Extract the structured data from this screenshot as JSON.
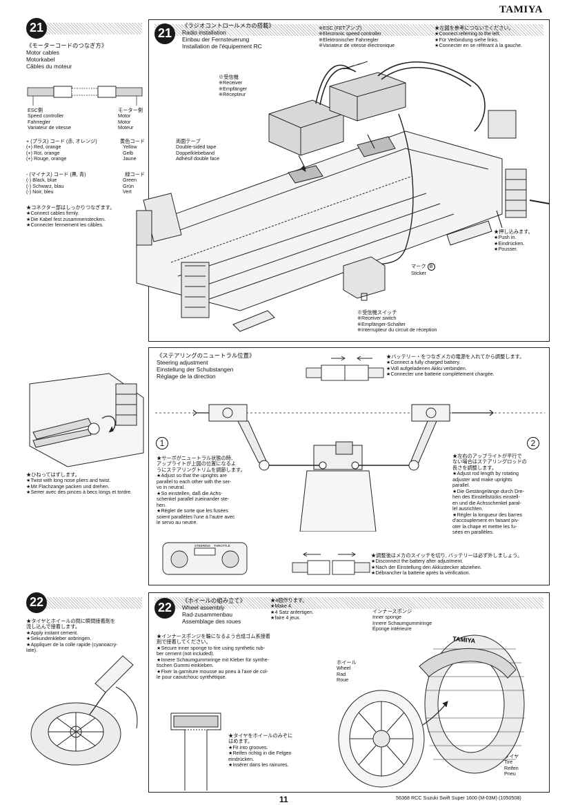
{
  "brand": "TAMIYA",
  "page_number": "11",
  "footer_model": "56368  RCC Suzuki Swift Super 1600  (M-03M) (1050508)",
  "step21_left": {
    "badge": "21",
    "title_jp": "《モーターコードのつなぎ方》",
    "title_lines": [
      "Motor cables",
      "Motorkabel",
      "Câbles du moteur"
    ],
    "esc_label": "ESC側\nSpeed controller\nFahrregler\nVariateur de vitesse",
    "motor_label": "モーター側\nMotor\nMotor\nMoteur",
    "plus_header_left": "+ (プラス) コード (赤, オレンジ)",
    "plus_header_right": "黄色コード",
    "plus_rows": [
      {
        "left": "(+) Red, orange",
        "right": "Yellow"
      },
      {
        "left": "(+) Rot, orange",
        "right": "Gelb"
      },
      {
        "left": "(+) Rouge, orange",
        "right": "Jaune"
      }
    ],
    "minus_header_left": "- (マイナス) コード (黒, 青)",
    "minus_header_right": "緑コード",
    "minus_rows": [
      {
        "left": "(-) Black, blue",
        "right": "Green"
      },
      {
        "left": "(-) Schwarz, blau",
        "right": "Grün"
      },
      {
        "left": "(-) Noir, bleu",
        "right": "Vert"
      }
    ],
    "note": "★コネクター部はしっかりつなぎます。\n★Connect cables firmly.\n★Die Kabel fest zusammenstecken.\n★Connecter fermement les câbles."
  },
  "step21_main": {
    "badge": "21",
    "title_jp": "《ラジオコントロールメカの搭載》",
    "title_lines": [
      "Radio installation",
      "Einbau der Fernsteuerung",
      "Installation de l'équipement RC"
    ],
    "esc_note": "※ESC (FETアンプ)\n※Electronic speed controller\n※Elektronischer Fahrregler\n※Variateur de vitesse électronique",
    "refer_note": "★左図を参考につないでください。\n★Connect referring to the left.\n★Für Verbindung siehe links.\n★Connecter en se référant à la gauche.",
    "receiver_note": "※受信機\n※Receiver\n※Empfänger\n※Récepteur",
    "tape_note": "両面テープ\nDouble-sided tape\nDoppelklebeband\nAdhésif double face",
    "push_note": "★押し込みます。\n★Push in.\n★Eindrücken.\n★Pousser.",
    "sticker_note": "Sticker",
    "sticker_mark_label": "マーク",
    "sticker_mark_letter": "B",
    "switch_note": "※受信機スイッチ\n※Receiver switch\n※Empfänger-Schalter\n※Interrupteur du circuit de réception"
  },
  "steering": {
    "title_jp": "《ステアリングのニュートラル位置》",
    "title_lines": [
      "Steering adjustment",
      "Einstellung der Schubstangen",
      "Réglage de la direction"
    ],
    "battery_note": "★バッテリー・をつなぎメカの電源を入れてから調整します。\n★Connect a fully charged battery.\n★Voll aufgeladenen Akku verbinden.\n★Connecter une batterie complètement chargée.",
    "pliers_note": "★ひねってはずします。\n★Twist with long nose pliers and twist.\n★Mit Flachzange packen und drehen.\n★Serrer avec des pinces à becs longs et tordre.",
    "num1": "1",
    "num2": "2",
    "servo_note": "★サーボがニュートラル状態の時、\nアップライトが上図の位置になるよ\nうにステアリングトリムを調節します。\n★Adjust so that the uprights are\nparallel to each other with the ser-\nvo in neutral.\n★So einstellen, daß die Achs-\nschenkel parallel zueinander ste-\nhen.\n★Régler de sorte que les fusées\nsoient parallèles l'une à l'autre avec\nle servo au neutre.",
    "rod_note": "★左右のアップライトが平行で\nない場合はステアリングロッドの\n長さを調整します。\n★Adjust rod length by rotating\nadjuster and make uprights\nparallel.\n★Die Gestängelänge durch Dre-\nhen des Einstellstücks einstell-\nen und die Achsschenkel paral-\nlel ausrichten.\n★Régler la longueur des barres\nd'accouplement en faisant piv-\noter la chape et mettre les fu-\nsées en parallèles.",
    "disconnect_note": "★調整後はメカのスイッチを切り, バッテリーは必ず外しましょう。\n★Disconnect the battery after adjustment.\n★Nach der Einstellung den Akkustecker abziehen.\n★Débrancher la batterie après la vérification.",
    "transmitter_label_left": "STEERING",
    "transmitter_label_right": "THROTTLE"
  },
  "step22_left": {
    "badge": "22",
    "note": "★タイヤとホイールの間に瞬間接着剤を\n流し込んで接着します。\n★Apply instant cement.\n★Sekundenkleber anbringen.\n★Appliquer de la colle rapide (cyanoacry-\nlate)."
  },
  "step22_main": {
    "badge": "22",
    "title_jp": "《ホイールの組み立て》",
    "title_lines": [
      "Wheel assembly",
      "Rad-zusammenbau",
      "Assemblage des roues"
    ],
    "make_note": "★4個作ります。\n★Make 4.\n★4 Satz anfertigen.\n★faire 4 jeux.",
    "sponge_note": "★インナースポンジを輪になるよう合成ゴム系接着\n剤で接着してください。\n★Secure inner sponge to tire using synthetic rub-\nber cement (not included).\n★Innere Schaumgummiringe mit Kleber für synthe-\ntischen Gummi einkleben.\n★Fixer la garniture mousse au pneu à l'axe de col-\nle pour caoutchouc synthétique.",
    "inner_sponge_label": "インナースポンジ\nInner sponge\nInnere Schaumgummiringe\nÉponge intérieure",
    "wheel_label": "ホイール\nWheel\nRad\nRoue",
    "tire_label": "タイヤ\nTire\nReifen\nPneu",
    "grooves_note": "★タイヤをホイールのみぞに\nはめます。\n★Fit into grooves.\n★Reifen richtig in die Felgen\neindrücken.\n★Insérer dans les rainures.",
    "tire_brand": "TAMIYA"
  }
}
